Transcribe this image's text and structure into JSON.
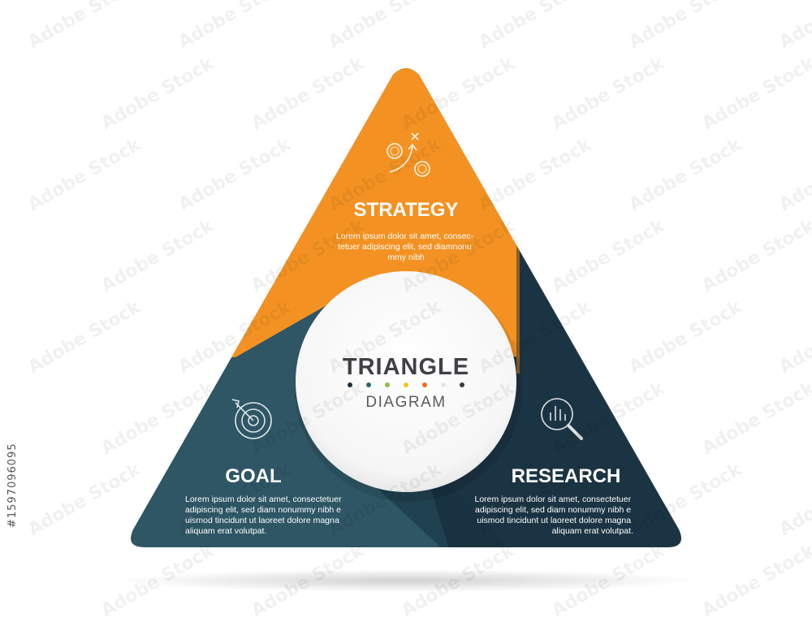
{
  "diagram": {
    "center": {
      "title": "TRIANGLE",
      "subtitle": "DIAGRAM",
      "dot_colors": [
        "#22303a",
        "#2a6b6e",
        "#8bbf3f",
        "#f3c81a",
        "#ef6a1f",
        "#e7e7e7",
        "#3a3a3a"
      ]
    },
    "segments": {
      "strategy": {
        "title": "STRATEGY",
        "body": [
          "Lorem ipsum dolor sit amet, consec-",
          "tetuer adipiscing elit, sed diamnonu",
          "mmy nibh"
        ],
        "color": "#f39222",
        "icon": "strategy-play-icon"
      },
      "goal": {
        "title": "GOAL",
        "body": [
          "Lorem ipsum dolor sit amet, consectetuer",
          "adipiscing elit, sed diam nonummy nibh e",
          "uismod tincidunt ut laoreet dolore magna",
          "aliquam erat volutpat."
        ],
        "color": "#2e5665",
        "icon": "target-icon"
      },
      "research": {
        "title": "RESEARCH",
        "body": [
          "Lorem ipsum dolor sit amet, consectetuer",
          "adipiscing elit, sed diam nonummy nibh e",
          "uismod tincidunt ut laoreet dolore magna",
          "aliquam erat volutpat."
        ],
        "color": "#1b3443",
        "icon": "magnifier-chart-icon"
      }
    }
  },
  "watermark": {
    "brand": "Adobe Stock",
    "side_id": "#1597096095"
  }
}
